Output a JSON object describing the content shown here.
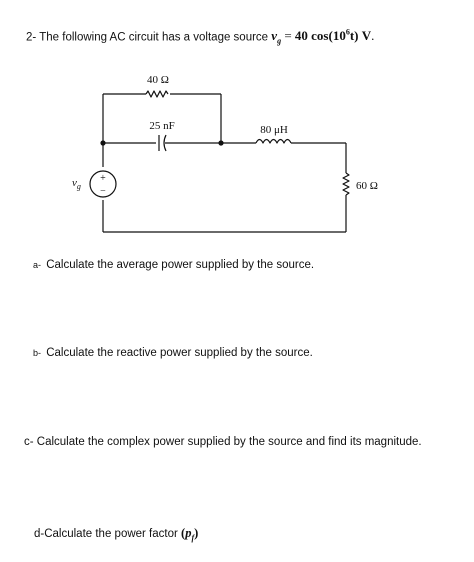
{
  "question": {
    "number": "2-",
    "text": "The following AC circuit has a voltage source",
    "var_base": "v",
    "var_sub": "g",
    "equals": "=",
    "amplitude": "40",
    "func": "cos(10",
    "exp": "6",
    "func_end": "t)",
    "unit": "V",
    "period": "."
  },
  "circuit": {
    "r1_label": "40 Ω",
    "c_label": "25 nF",
    "l_label": "80 μH",
    "r2_label": "60 Ω",
    "source_label": "v",
    "source_sub": "g",
    "plus": "+",
    "minus": "−"
  },
  "parts": {
    "a_prefix": "a-",
    "a_text": "Calculate the average power supplied by the source.",
    "b_prefix": "b-",
    "b_text": "Calculate the reactive power supplied by the source.",
    "c_text": "c- Calculate the complex power supplied by the source and find its magnitude.",
    "d_text": "d-Calculate the power factor",
    "d_open": "(",
    "d_var": "p",
    "d_sub": "f",
    "d_close": ")"
  }
}
